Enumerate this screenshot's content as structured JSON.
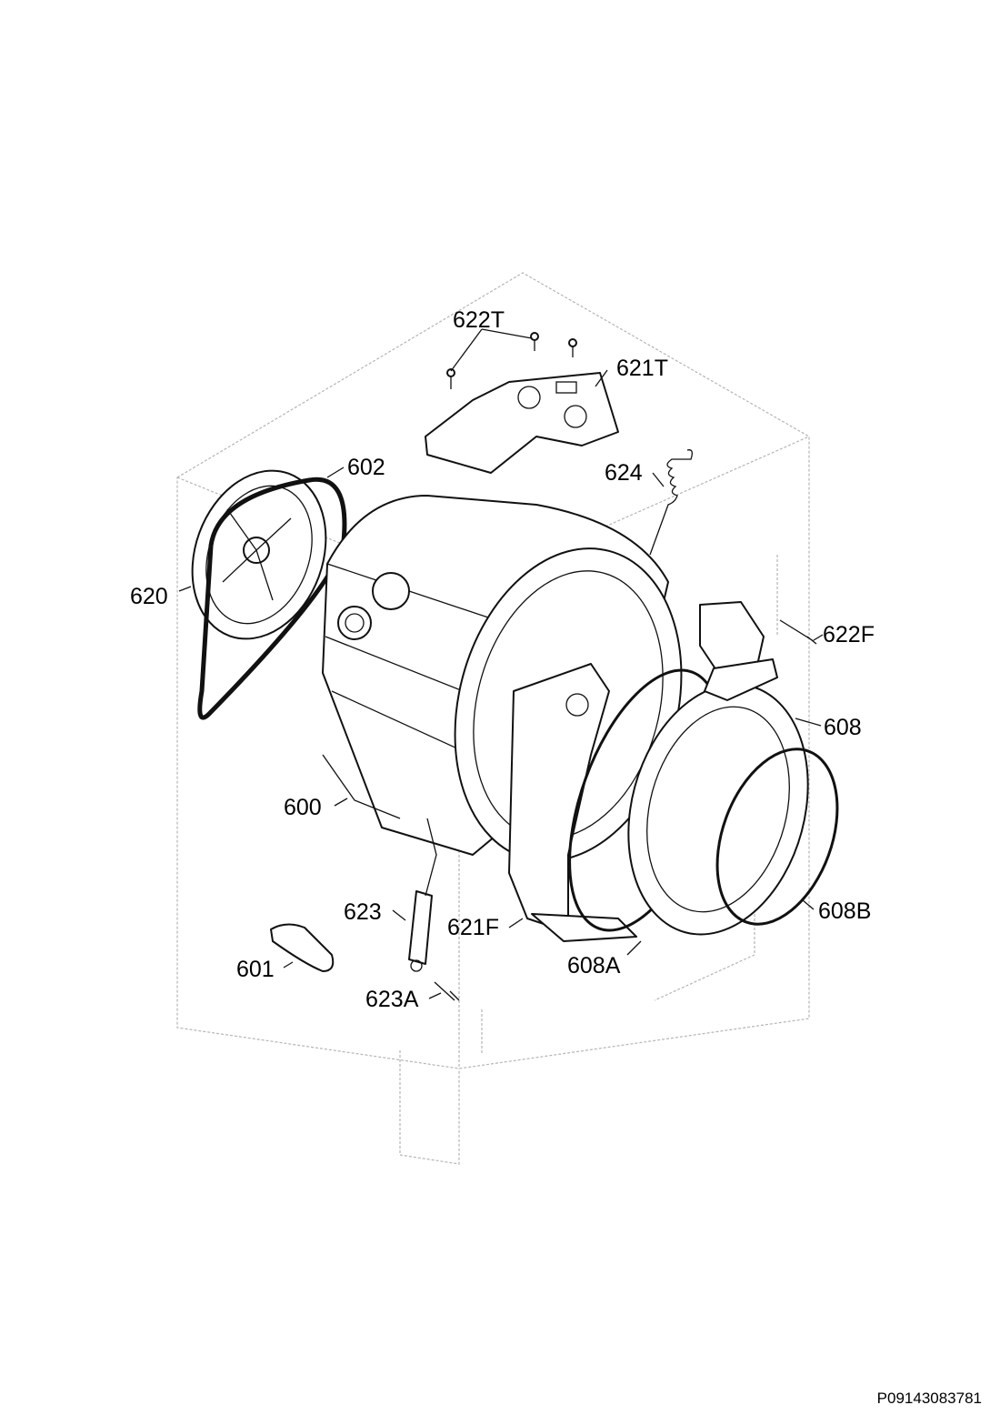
{
  "diagram": {
    "callouts": {
      "p622T": "622T",
      "p621T": "621T",
      "p602": "602",
      "p624": "624",
      "p620": "620",
      "p622F": "622F",
      "p608": "608",
      "p600": "600",
      "p623": "623",
      "p608B": "608B",
      "p621F": "621F",
      "p608A": "608A",
      "p601": "601",
      "p623A": "623A"
    }
  },
  "footer": {
    "code": "P09143083781"
  }
}
